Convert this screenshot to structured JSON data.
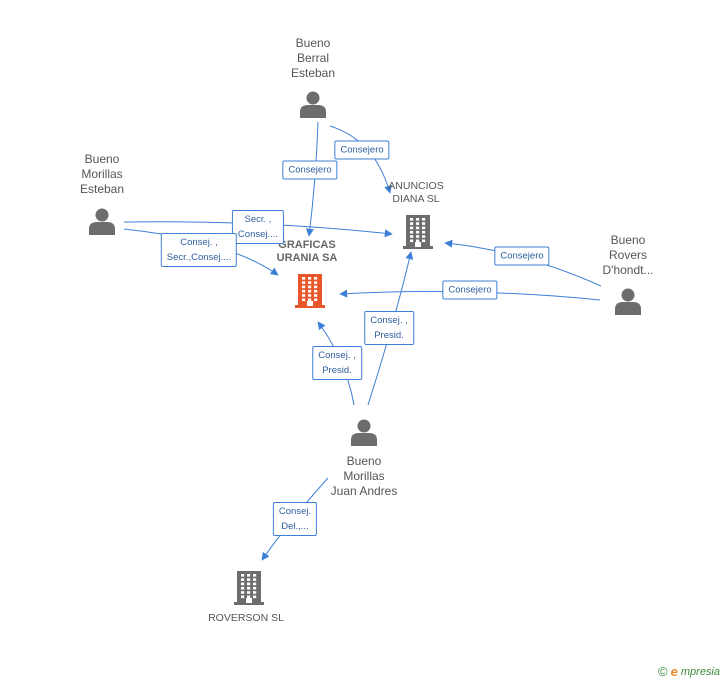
{
  "persons": [
    {
      "id": "berral",
      "label": "Bueno\nBerral\nEsteban"
    },
    {
      "id": "morillas_esteban",
      "label": "Bueno\nMorillas\nEsteban"
    },
    {
      "id": "rovers",
      "label": "Bueno\nRovers\nD'hondt..."
    },
    {
      "id": "juan_andres",
      "label": "Bueno\nMorillas\nJuan Andres"
    }
  ],
  "companies": [
    {
      "id": "anuncios",
      "label": "ANUNCIOS\nDIANA SL",
      "color": "#6d6d6d"
    },
    {
      "id": "graficas",
      "label": "GRAFICAS\nURANIA SA",
      "color": "#e8562a"
    },
    {
      "id": "roverson",
      "label": "ROVERSON SL",
      "color": "#6d6d6d"
    }
  ],
  "edges": [
    {
      "id": "e1",
      "from": "berral",
      "to": "anuncios",
      "label": "Consejero"
    },
    {
      "id": "e2",
      "from": "berral",
      "to": "graficas",
      "label": "Consejero"
    },
    {
      "id": "e3",
      "from": "morillas_esteban",
      "to": "anuncios",
      "label": "Secr. ,\nConsej...."
    },
    {
      "id": "e4",
      "from": "morillas_esteban",
      "to": "graficas",
      "label": "Consej. ,\nSecr.,Consej...."
    },
    {
      "id": "e5",
      "from": "rovers",
      "to": "anuncios",
      "label": "Consejero"
    },
    {
      "id": "e6",
      "from": "rovers",
      "to": "graficas",
      "label": "Consejero"
    },
    {
      "id": "e7",
      "from": "juan_andres",
      "to": "anuncios",
      "label": "Consej. ,\nPresid."
    },
    {
      "id": "e8",
      "from": "juan_andres",
      "to": "graficas",
      "label": "Consej. ,\nPresid."
    },
    {
      "id": "e9",
      "from": "juan_andres",
      "to": "roverson",
      "label": "Consej.\nDel.,..."
    }
  ],
  "colors": {
    "edge": "#3d7fd6",
    "person": "#6d6d6d"
  },
  "footer": {
    "copyright": "©",
    "brand_first": "e",
    "brand_rest": "mpresia"
  }
}
